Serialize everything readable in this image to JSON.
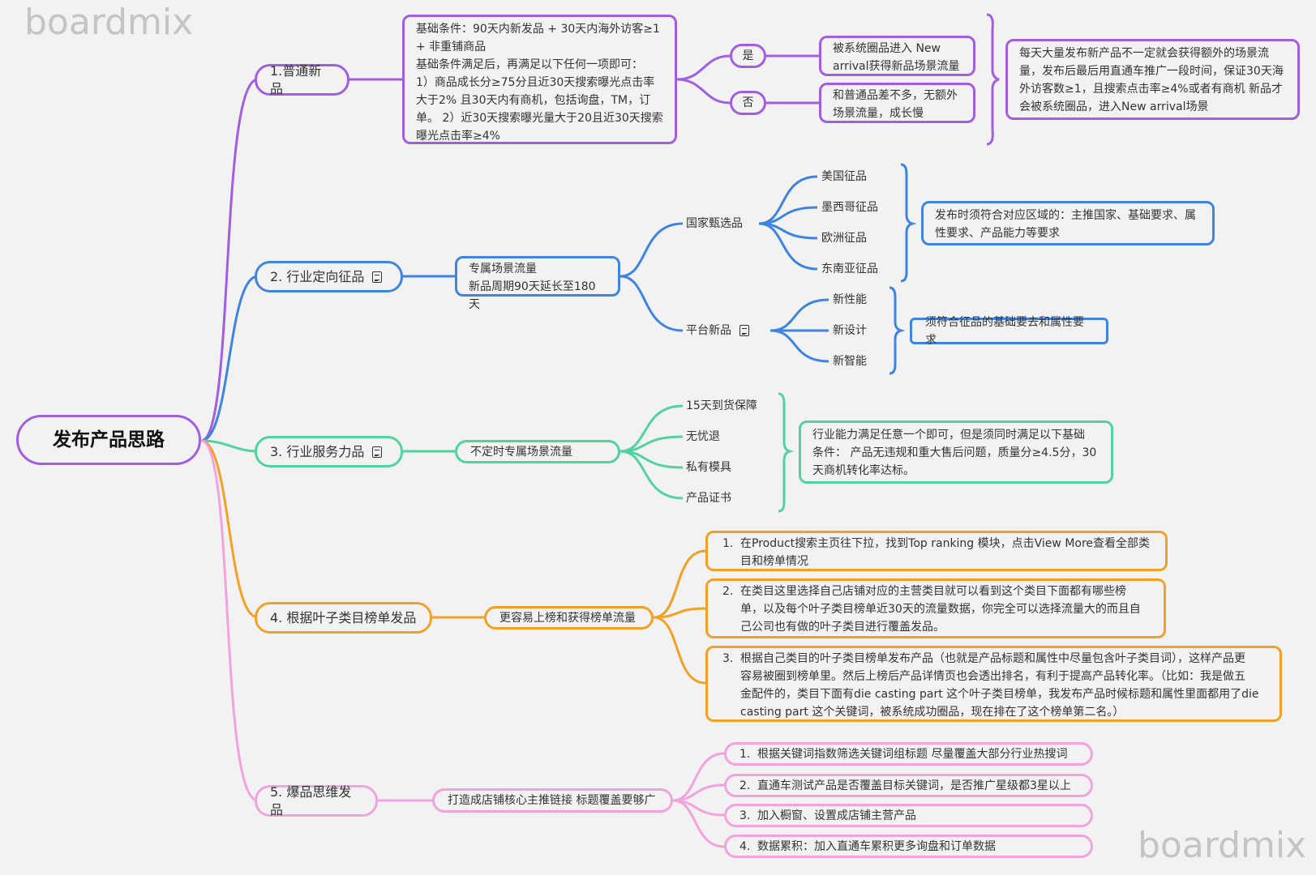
{
  "watermark": "boardmix",
  "root": "发布产品思路",
  "colors": {
    "purple": "#a15ee0",
    "blue": "#3f84e0",
    "green": "#52d29e",
    "orange": "#f0a126",
    "pink": "#f2a2dd"
  },
  "b1": {
    "title": "1.普通新品",
    "cond": [
      "基础条件：90天内新发品 + 30天内海外访客≥1",
      "+ 非重铺商品",
      "基础条件满足后，再满足以下任何一项即可：",
      "1）商品成长分≥75分且近30天搜索曝光点击率",
      "大于2% 且30天内有商机，包括询盘，TM，订",
      "单。 2）近30天搜索曝光量大于20且近30天搜索",
      "曝光点击率≥4%"
    ],
    "yes": "是",
    "no": "否",
    "yes_result": [
      "被系统圈品进入 New",
      "arrival获得新品场景流量"
    ],
    "no_result": [
      "和普通品差不多，无额外",
      "场景流量，成长慢"
    ],
    "summary": [
      "每天大量发布新产品不一定就会获得额外的场景流",
      "量，发布后最后用直通车推广一段时间，保证30天海",
      "外访客数≥1，且搜索点击率≥4%或者有商机 新品才",
      "会被系统圈品，进入New arrival场景"
    ]
  },
  "b2": {
    "title": "2. 行业定向征品",
    "note_icon": "document-icon",
    "desc": [
      "专属场景流量",
      "新品周期90天延长至180天"
    ],
    "country": "国家甄选品",
    "countries": [
      "美国征品",
      "墨西哥征品",
      "欧洲征品",
      "东南亚征品"
    ],
    "country_note": [
      "发布时须符合对应区域的：主推国家、基础要求、属",
      "性要求、产品能力等要求"
    ],
    "platform": "平台新品",
    "platform_items": [
      "新性能",
      "新设计",
      "新智能"
    ],
    "platform_note": "须符合征品的基础要去和属性要求"
  },
  "b3": {
    "title": "3. 行业服务力品",
    "desc": "不定时专属场景流量",
    "items": [
      "15天到货保障",
      "无忧退",
      "私有模具",
      "产品证书"
    ],
    "note": [
      "行业能力满足任意一个即可，但是须同时满足以下基础",
      "条件： 产品无违规和重大售后问题，质量分≥4.5分，30",
      "天商机转化率达标。"
    ]
  },
  "b4": {
    "title": "4. 根据叶子类目榜单发品",
    "desc": "更容易上榜和获得榜单流量",
    "steps": [
      {
        "n": "1.",
        "lines": [
          "在Product搜索主页往下拉，找到Top ranking 模块，点击View More查看全部类",
          "目和榜单情况"
        ]
      },
      {
        "n": "2.",
        "lines": [
          "在类目这里选择自己店铺对应的主营类目就可以看到这个类目下面都有哪些榜",
          "单，以及每个叶子类目榜单近30天的流量数据，你完全可以选择流量大的而且自",
          "己公司也有做的叶子类目进行覆盖发品。"
        ]
      },
      {
        "n": "3.",
        "lines": [
          "根据自己类目的叶子类目榜单发布产品（也就是产品标题和属性中尽量包含叶子类目词），这样产品更",
          "容易被圈到榜单里。然后上榜后产品详情页也会透出排名，有利于提高产品转化率。（比如：我是做五",
          "金配件的，类目下面有die casting part 这个叶子类目榜单，我发布产品时候标题和属性里面都用了die",
          "casting part 这个关键词，被系统成功圈品，现在排在了这个榜单第二名。）"
        ]
      }
    ]
  },
  "b5": {
    "title": "5. 爆品思维发品",
    "desc": "打造成店铺核心主推链接  标题覆盖要够广",
    "steps": [
      {
        "n": "1.",
        "text": "根据关键词指数筛选关键词组标题  尽量覆盖大部分行业热搜词"
      },
      {
        "n": "2.",
        "text": "直通车测试产品是否覆盖目标关键词，是否推广星级都3星以上"
      },
      {
        "n": "3.",
        "text": "加入橱窗、设置成店铺主营产品"
      },
      {
        "n": "4.",
        "text": " 数据累积：加入直通车累积更多询盘和订单数据"
      }
    ]
  }
}
